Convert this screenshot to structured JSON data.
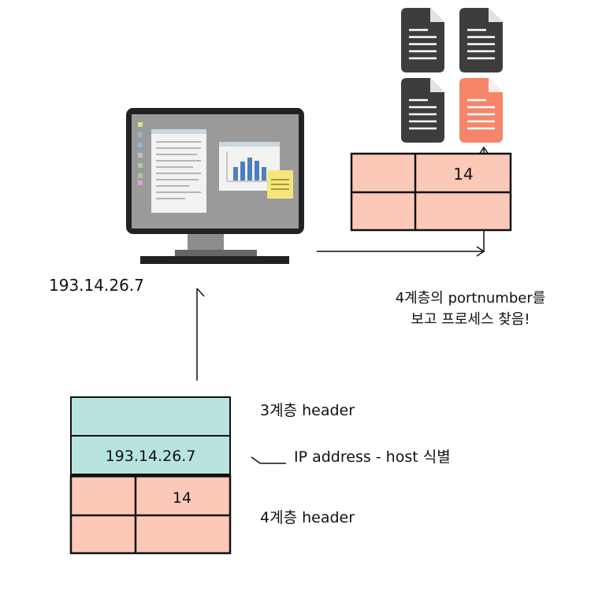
{
  "host": {
    "ip_label": "193.14.26.7"
  },
  "note": {
    "line1": "4계층의 portnumber를",
    "line2": "보고 프로세스 찾음!"
  },
  "server_header_table": {
    "port_value": "14",
    "fill_color": "#fcc8b8"
  },
  "packet": {
    "layer3": {
      "label": "3계층 header",
      "ip_value": "193.14.26.7",
      "fill_color": "#b8e3de"
    },
    "layer4": {
      "label": "4계층 header",
      "port_value": "14",
      "fill_color": "#fcc8b8"
    },
    "ip_annotation": "IP address - host 식별"
  },
  "documents": {
    "icons": [
      "document-icon",
      "document-icon",
      "document-icon",
      "document-icon-highlighted"
    ],
    "normal_color": "#3d3d3d",
    "highlight_color": "#f5866a"
  },
  "computer": {
    "icon": "desktop-monitor-icon",
    "screen_color": "#9a9a9a",
    "frame_color": "#222222"
  }
}
